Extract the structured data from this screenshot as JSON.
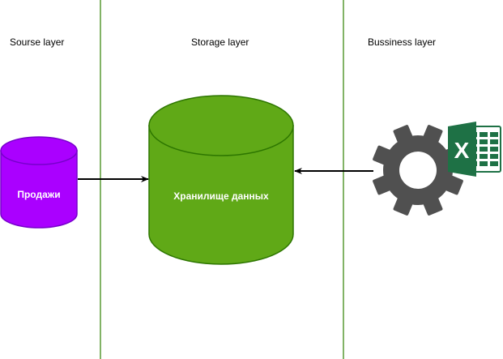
{
  "layers": {
    "source": "Sourse layer",
    "storage": "Storage layer",
    "business": "Bussiness layer"
  },
  "nodes": {
    "sales_db": "Продажи",
    "data_warehouse": "Хранилище данных",
    "excel_letter": "X"
  },
  "colors": {
    "divider": "#82b366",
    "sales_fill": "#aa00ff",
    "sales_stroke": "#7700cc",
    "warehouse_fill": "#60a917",
    "warehouse_stroke": "#2d7600",
    "gear": "#505050",
    "excel_green": "#1e7145",
    "arrow": "#000000"
  },
  "icons": {
    "processing": "gear-icon",
    "spreadsheet": "excel-icon"
  }
}
